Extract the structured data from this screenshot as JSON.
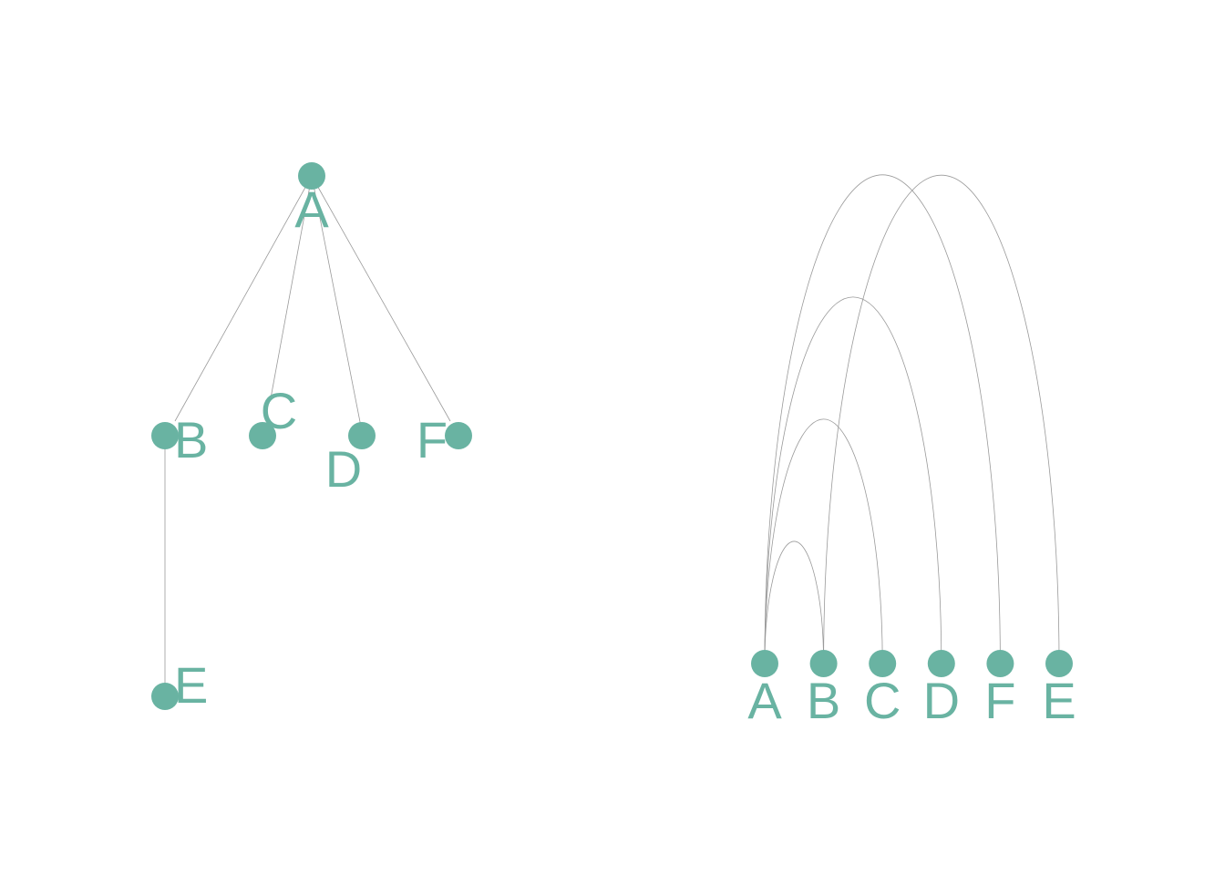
{
  "colors": {
    "node": "#69b3a2",
    "edge": "#9a9a9a",
    "background": "#ffffff"
  },
  "tree_diagram": {
    "nodes": [
      {
        "id": "A",
        "label": "A"
      },
      {
        "id": "B",
        "label": "B"
      },
      {
        "id": "C",
        "label": "C"
      },
      {
        "id": "D",
        "label": "D"
      },
      {
        "id": "F",
        "label": "F"
      },
      {
        "id": "E",
        "label": "E"
      }
    ],
    "edges": [
      {
        "from": "A",
        "to": "B"
      },
      {
        "from": "A",
        "to": "C"
      },
      {
        "from": "A",
        "to": "D"
      },
      {
        "from": "A",
        "to": "F"
      },
      {
        "from": "B",
        "to": "E"
      }
    ]
  },
  "arc_diagram": {
    "nodes": [
      {
        "id": "A",
        "label": "A"
      },
      {
        "id": "B",
        "label": "B"
      },
      {
        "id": "C",
        "label": "C"
      },
      {
        "id": "D",
        "label": "D"
      },
      {
        "id": "F",
        "label": "F"
      },
      {
        "id": "E",
        "label": "E"
      }
    ],
    "edges": [
      {
        "from": "A",
        "to": "B"
      },
      {
        "from": "A",
        "to": "C"
      },
      {
        "from": "A",
        "to": "D"
      },
      {
        "from": "A",
        "to": "F"
      },
      {
        "from": "B",
        "to": "E"
      }
    ]
  }
}
